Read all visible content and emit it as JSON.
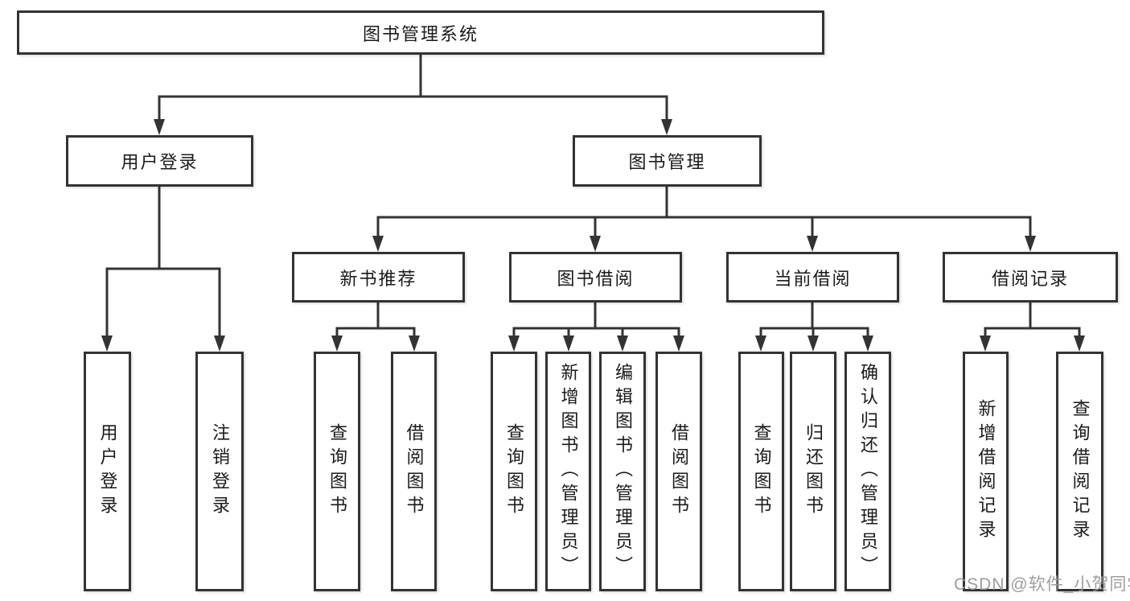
{
  "diagram": {
    "root": {
      "label": "图书管理系统"
    },
    "level2": [
      {
        "label": "用户登录"
      },
      {
        "label": "图书管理"
      }
    ],
    "level3": [
      {
        "label": "新书推荐"
      },
      {
        "label": "图书借阅"
      },
      {
        "label": "当前借阅"
      },
      {
        "label": "借阅记录"
      }
    ],
    "leaves": [
      {
        "label": "用户登录"
      },
      {
        "label": "注销登录"
      },
      {
        "label": "查询图书"
      },
      {
        "label": "借阅图书"
      },
      {
        "label": "查询图书"
      },
      {
        "label": "新增图书（管理员）"
      },
      {
        "label": "编辑图书（管理员）"
      },
      {
        "label": "借阅图书"
      },
      {
        "label": "查询图书"
      },
      {
        "label": "归还图书"
      },
      {
        "label": "确认归还（管理员）"
      },
      {
        "label": "新增借阅记录"
      },
      {
        "label": "查询借阅记录"
      }
    ]
  },
  "watermark": "CSDN @软件_小贺同学",
  "colors": {
    "line": "#333333",
    "box_border": "#333333",
    "text": "#1a1a1a",
    "watermark": "#989898",
    "background": "#ffffff"
  }
}
